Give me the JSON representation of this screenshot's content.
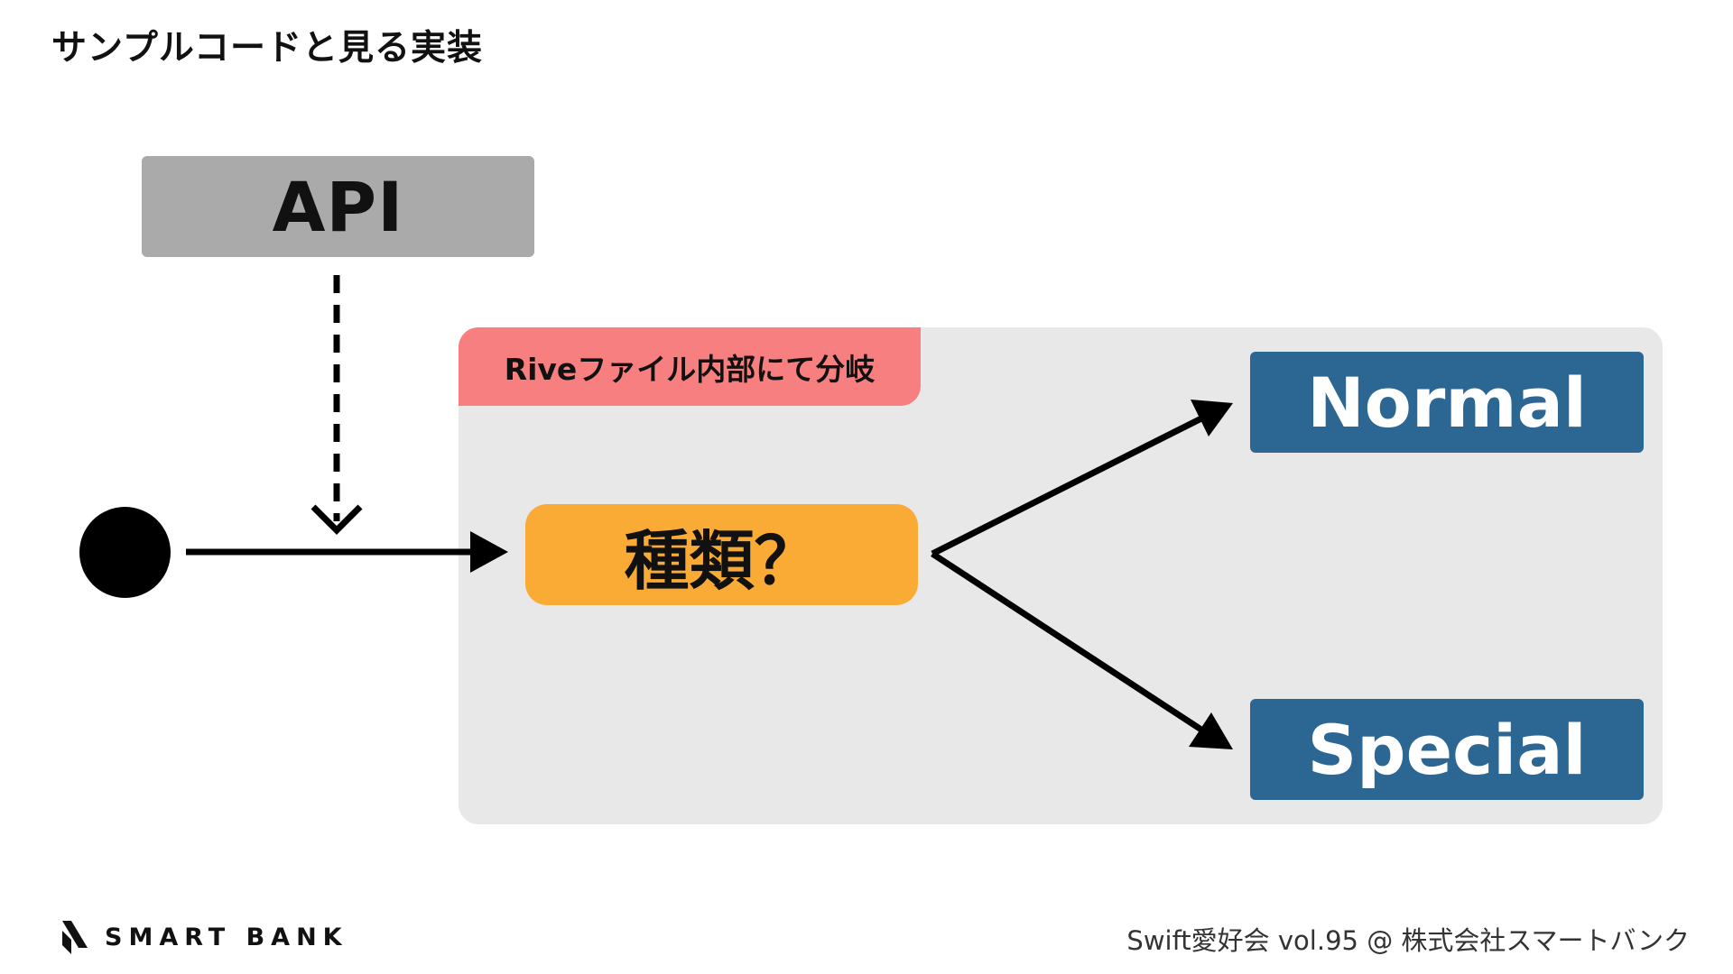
{
  "slide": {
    "title": "サンプルコードと見る実装"
  },
  "diagram": {
    "api_label": "API",
    "container_label": "Riveファイル内部にて分岐",
    "decision_label": "種類？",
    "states": [
      {
        "label": "Normal"
      },
      {
        "label": "Special"
      }
    ]
  },
  "branding": {
    "logo_text": "SMART BANK"
  },
  "footer": {
    "text": "Swift愛好会 vol.95 @ 株式会社スマートバンク"
  },
  "colors": {
    "api_box": "#aaaaaa",
    "container_bg": "#e8e8e8",
    "container_label_bg": "#f77f7f",
    "decision_bg": "#f9ab35",
    "state_bg": "#2c6794",
    "state_text": "#ffffff"
  }
}
